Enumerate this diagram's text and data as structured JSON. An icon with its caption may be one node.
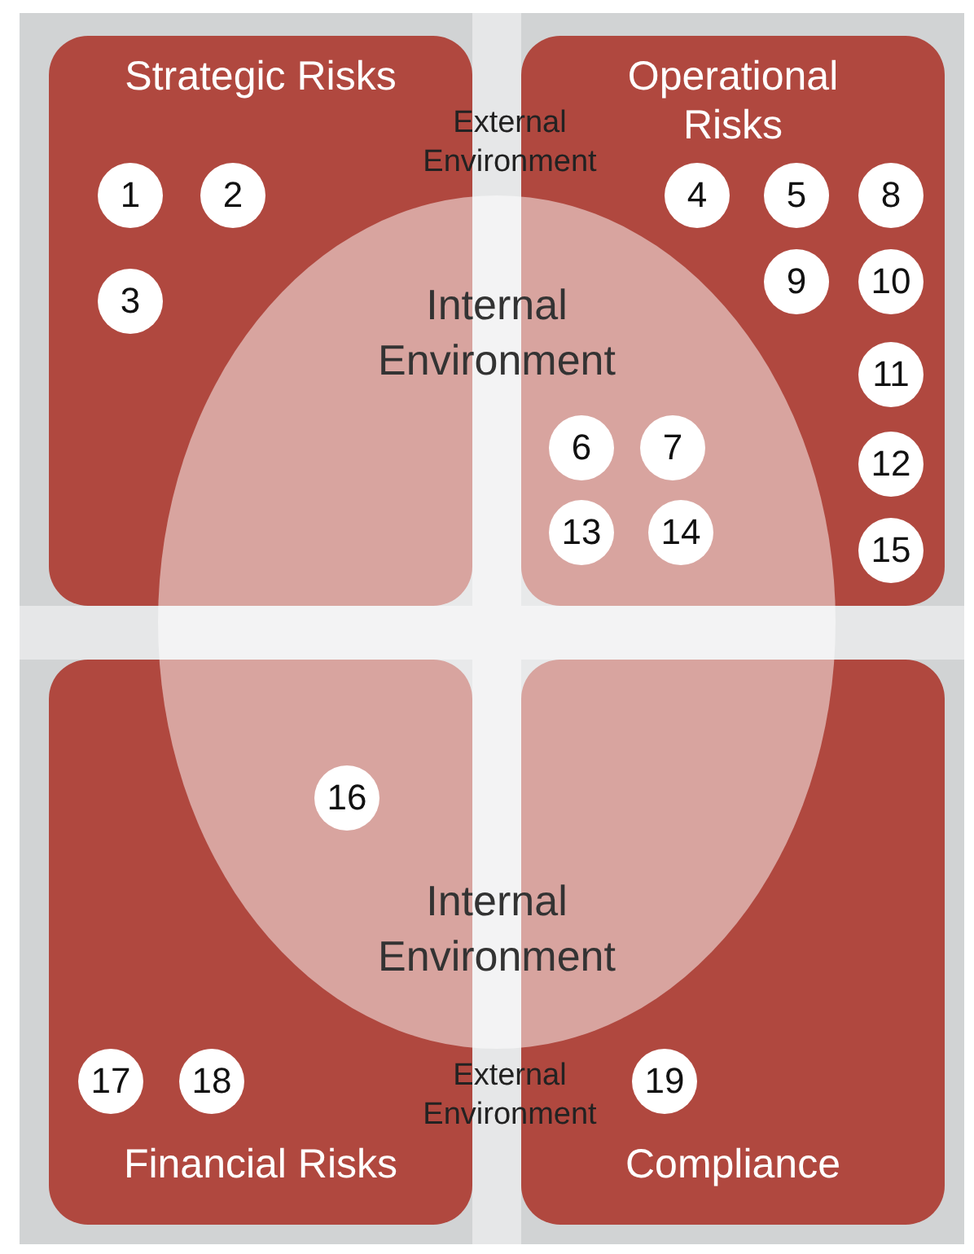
{
  "diagram": {
    "nodes": [
      {
        "text": [
          "Strategic Risks"
        ]
      },
      {
        "text": [
          "1"
        ],
        "in": 0
      },
      {
        "text": [
          "2"
        ],
        "in": 0
      },
      {
        "text": [
          "3"
        ],
        "in": 0
      },
      {
        "text": [
          "Operational Risks"
        ]
      },
      {
        "text": [
          "4"
        ],
        "in": 4
      },
      {
        "text": [
          "5"
        ],
        "in": 4
      },
      {
        "text": [
          "8"
        ],
        "in": 4
      },
      {
        "text": [
          "9"
        ]
      },
      {
        "text": [
          "10"
        ],
        "in": 4
      },
      {
        "text": [
          "11"
        ],
        "in": 4
      },
      {
        "text": [
          "12"
        ],
        "in": 4
      },
      {
        "text": [
          "15"
        ],
        "in": 4
      },
      {
        "text": [
          "Internal Environment",
          "Internal Environment"
        ]
      },
      {
        "text": [
          "6"
        ]
      },
      {
        "text": [
          "7"
        ]
      },
      {
        "text": [
          "13"
        ]
      },
      {
        "text": [
          "14"
        ]
      },
      {
        "text": [
          "16"
        ]
      },
      {
        "text": [
          "Financial Risks"
        ]
      },
      {
        "text": [
          "17"
        ],
        "in": 19
      },
      {
        "text": [
          "18"
        ],
        "in": 19
      },
      {
        "text": [
          "Compliance"
        ]
      },
      {
        "text": [
          "19"
        ],
        "in": 22
      }
    ],
    "edges": [],
    "labels": [
      "External Environment",
      "External Environment"
    ]
  }
}
